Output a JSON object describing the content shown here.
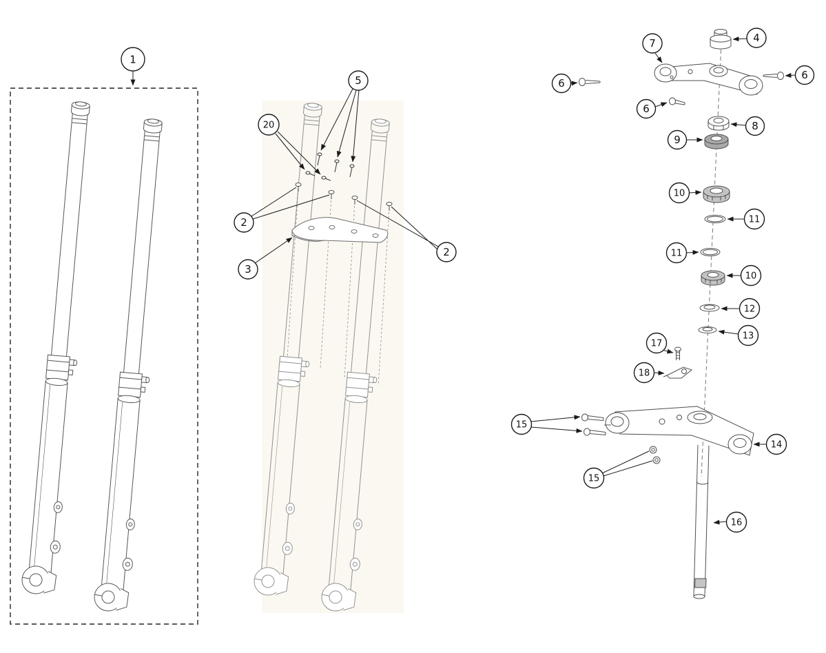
{
  "diagram": {
    "kind": "exploded-parts-diagram",
    "background_color": "#ffffff",
    "line_color": "#4d4d4d",
    "faded_line_color": "#909090",
    "callout_stroke_color": "#1a1a1a",
    "callouts": {
      "c1": "1",
      "c2a": "2",
      "c2b": "2",
      "c3": "3",
      "c4": "4",
      "c5": "5",
      "c6a": "6",
      "c6b": "6",
      "c6c": "6",
      "c7": "7",
      "c8": "8",
      "c9": "9",
      "c10a": "10",
      "c10b": "10",
      "c11a": "11",
      "c11b": "11",
      "c12": "12",
      "c13": "13",
      "c14": "14",
      "c15a": "15",
      "c15b": "15",
      "c16": "16",
      "c17": "17",
      "c18": "18",
      "c20": "20"
    }
  }
}
